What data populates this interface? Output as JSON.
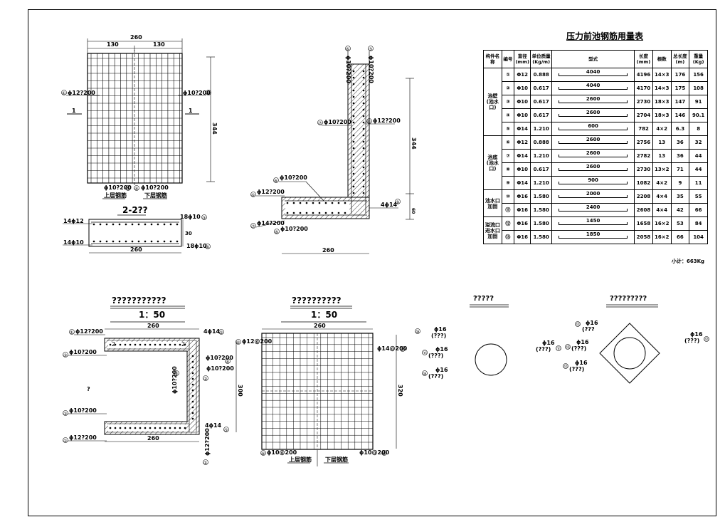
{
  "sheet": {
    "table_title": "压力前池钢筋用量表",
    "subtotal": "小计：663Kg"
  },
  "table": {
    "headers": [
      "构件名称",
      "编号",
      "直径(mm)",
      "单位质量(Kg/m)",
      "型式",
      "长度(mm)",
      "根数",
      "总长度(m)",
      "重量(Kg)"
    ],
    "groups": [
      {
        "name": "池壁(池水口)",
        "rows": [
          0,
          1,
          2,
          3,
          4
        ]
      },
      {
        "name": "池底(池水口)",
        "rows": [
          5,
          6,
          7,
          8
        ]
      },
      {
        "name": "池水口加固",
        "rows": [
          9,
          10
        ]
      },
      {
        "name": "溢流口进水口加固",
        "rows": [
          11,
          12
        ]
      }
    ],
    "rows": [
      {
        "no": "①",
        "dia": "Φ12",
        "unit": "0.888",
        "shape": "4040",
        "len": "4196",
        "count": "14×3",
        "total": "176",
        "weight": "156"
      },
      {
        "no": "②",
        "dia": "Φ10",
        "unit": "0.617",
        "shape": "4040",
        "len": "4170",
        "count": "14×3",
        "total": "175",
        "weight": "108"
      },
      {
        "no": "③",
        "dia": "Φ10",
        "unit": "0.617",
        "shape": "2600",
        "len": "2730",
        "count": "18×3",
        "total": "147",
        "weight": "91"
      },
      {
        "no": "④",
        "dia": "Φ10",
        "unit": "0.617",
        "shape": "2600",
        "len": "2704",
        "count": "18×3",
        "total": "146",
        "weight": "90.1"
      },
      {
        "no": "⑤",
        "dia": "Φ14",
        "unit": "1.210",
        "shape": "600",
        "len": "782",
        "count": "4×2",
        "total": "6.3",
        "weight": "8"
      },
      {
        "no": "⑥",
        "dia": "Φ12",
        "unit": "0.888",
        "shape": "2600",
        "len": "2756",
        "count": "13",
        "total": "36",
        "weight": "32"
      },
      {
        "no": "⑦",
        "dia": "Φ14",
        "unit": "1.210",
        "shape": "2600",
        "len": "2782",
        "count": "13",
        "total": "36",
        "weight": "44"
      },
      {
        "no": "⑧",
        "dia": "Φ10",
        "unit": "0.617",
        "shape": "2600",
        "len": "2730",
        "count": "13×2",
        "total": "71",
        "weight": "44"
      },
      {
        "no": "⑨",
        "dia": "Φ14",
        "unit": "1.210",
        "shape": "900",
        "len": "1082",
        "count": "4×2",
        "total": "9",
        "weight": "11"
      },
      {
        "no": "⑩",
        "dia": "Φ16",
        "unit": "1.580",
        "shape": "2000",
        "len": "2208",
        "count": "4×4",
        "total": "35",
        "weight": "55"
      },
      {
        "no": "⑪",
        "dia": "Φ16",
        "unit": "1.580",
        "shape": "2400",
        "len": "2608",
        "count": "4×4",
        "total": "42",
        "weight": "66"
      },
      {
        "no": "⑫",
        "dia": "Φ16",
        "unit": "1.580",
        "shape": "1450",
        "len": "1658",
        "count": "16×2",
        "total": "53",
        "weight": "84"
      },
      {
        "no": "⑬",
        "dia": "Φ16",
        "unit": "1.580",
        "shape": "1850",
        "len": "2058",
        "count": "16×2",
        "total": "66",
        "weight": "104"
      }
    ]
  },
  "views": {
    "wall_elev": {
      "dim_top": "260",
      "dim_half_l": "130",
      "dim_half_r": "130",
      "dim_right": "344",
      "left_call": "ϕ12?200",
      "left_num": "①",
      "right_call": "ϕ10?200",
      "right_num": "②",
      "section_l": "1",
      "section_r": "1",
      "bottom_call_l": "ϕ10?200",
      "bottom_num_l": "③",
      "bottom_num_r": "④",
      "bottom_call_r": "ϕ10?200",
      "label_upper": "上层钢筋",
      "label_lower": "下层钢筋"
    },
    "sec22": {
      "title": "2-2??",
      "tl": "14ϕ12",
      "tr": "18ϕ10",
      "tr_num": "③",
      "bl": "14ϕ10",
      "br": "18ϕ10",
      "br_num": "④",
      "dim_h": "30",
      "dim_w": "260"
    },
    "wall_sec": {
      "top_num_l": "⑥",
      "top_call_l": "ϕ10?200",
      "top_num_r": "③",
      "top_call_r": "ϕ10?200",
      "call_l": "ϕ10?200",
      "call_l_num": "⑦",
      "call_r": "ϕ12?200",
      "call_r_num": "⑥",
      "dim_v": "344",
      "dim_v2": "60",
      "dim_h": "260",
      "b1": "ϕ10?200",
      "b1_num": "⑧",
      "b2": "ϕ12?200",
      "b2_num": "⑥",
      "b3": "ϕ14?200",
      "b3_num": "⑦",
      "b4": "ϕ10?200",
      "b4_num": "⑧",
      "r_call": "4ϕ14",
      "r_num": "⑨"
    },
    "plan1": {
      "title": "???????????",
      "scale": "1：50",
      "dim_top": "260",
      "dim_bottom": "260",
      "dim_right": "300",
      "c1": "ϕ12?200",
      "n1": "①",
      "c2": "ϕ10?200",
      "n2": "②",
      "c3": "ϕ10?200",
      "n3": "②",
      "c4": "ϕ12?200",
      "n4": "①",
      "c5": "4ϕ14",
      "n5": "⑤",
      "c6": "ϕ10?200",
      "n6": "④",
      "c7": "ϕ10?200",
      "n7": "③",
      "c8": "ϕ10?200",
      "n8": "②",
      "c9": "4ϕ14",
      "n9": "⑤",
      "c10": "ϕ12?200",
      "n10": "①",
      "mid_label": "?",
      "sec_l": "2",
      "sec_r": "2"
    },
    "plan2": {
      "title": "??????????",
      "scale": "1：50",
      "dim_top": "260",
      "dim_right": "320",
      "c1": "ϕ12@200",
      "n1": "⑥",
      "c2": "ϕ14@200",
      "n2": "⑦",
      "c3": "ϕ10@200",
      "n3": "⑧",
      "c4": "ϕ10@200",
      "n4": "⑧",
      "label_upper": "上层钢筋",
      "label_lower": "下层钢筋"
    },
    "det1": {
      "title": "?????",
      "n1": "⑩",
      "c1": "ϕ16",
      "q1": "(???)",
      "n2": "⑪",
      "c2": "ϕ16",
      "q2": "(???)",
      "n3": "⑩",
      "c3": "ϕ16",
      "q3": "(???)",
      "c4": "ϕ16",
      "q4": "(???)",
      "n4": "⑪"
    },
    "det2": {
      "title": "?????????",
      "n1": "⑫",
      "c1": "ϕ16",
      "q1": "(???",
      "n2": "⑬",
      "c2": "ϕ16",
      "q2": "(???)",
      "n3": "⑫",
      "c3": "ϕ16",
      "q3": "(???)",
      "c4": "ϕ16",
      "q4": "(???)",
      "n4": "⑫"
    }
  }
}
